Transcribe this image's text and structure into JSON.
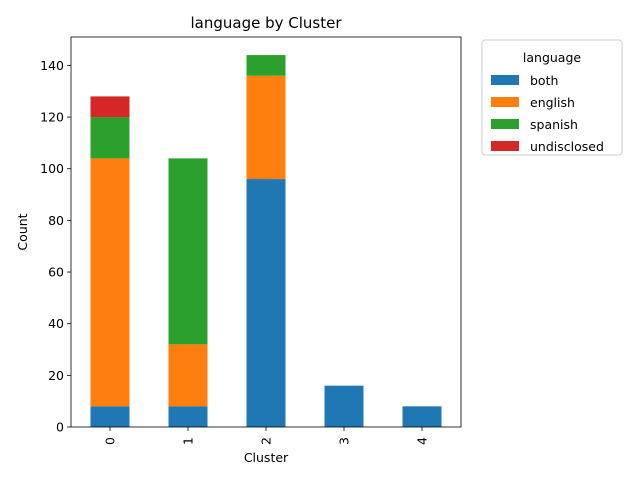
{
  "chart_data": {
    "type": "bar",
    "stacked": true,
    "title": "language by Cluster",
    "xlabel": "Cluster",
    "ylabel": "Count",
    "categories": [
      "0",
      "1",
      "2",
      "3",
      "4"
    ],
    "yticks": [
      "0",
      "20",
      "40",
      "60",
      "80",
      "100",
      "120",
      "140"
    ],
    "ylim": [
      0,
      151
    ],
    "legend_title": "language",
    "legend_position": "outside-right",
    "grid": false,
    "series": [
      {
        "name": "both",
        "color": "#1f77b4",
        "values": [
          8,
          8,
          96,
          16,
          8
        ]
      },
      {
        "name": "english",
        "color": "#ff7f0e",
        "values": [
          96,
          24,
          40,
          0,
          0
        ]
      },
      {
        "name": "spanish",
        "color": "#2ca02c",
        "values": [
          16,
          72,
          8,
          0,
          0
        ]
      },
      {
        "name": "undisclosed",
        "color": "#d62728",
        "values": [
          8,
          0,
          0,
          0,
          0
        ]
      }
    ]
  }
}
